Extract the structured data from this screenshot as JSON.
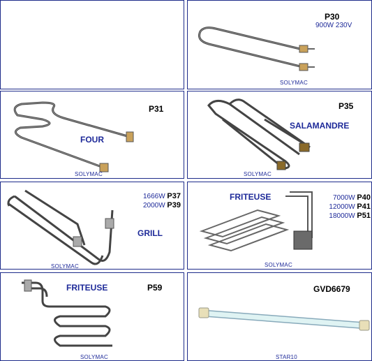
{
  "cells": [
    {
      "id": "empty"
    },
    {
      "id": "p30",
      "code": "P30",
      "spec": "900W 230V",
      "brand": "SOLYMAC"
    },
    {
      "id": "p31",
      "code": "P31",
      "label": "FOUR",
      "brand": "SOLYMAC"
    },
    {
      "id": "p35",
      "code": "P35",
      "label": "SALAMANDRE",
      "brand": "SOLYMAC"
    },
    {
      "id": "p37",
      "label": "GRILL",
      "brand": "SOLYMAC",
      "lines": [
        {
          "watt": "1666W",
          "code": "P37"
        },
        {
          "watt": "2000W",
          "code": "P39"
        }
      ]
    },
    {
      "id": "p40",
      "label": "FRITEUSE",
      "brand": "SOLYMAC",
      "lines": [
        {
          "watt": "7000W",
          "code": "P40"
        },
        {
          "watt": "12000W",
          "code": "P41"
        },
        {
          "watt": "18000W",
          "code": "P51"
        }
      ]
    },
    {
      "id": "p59",
      "code": "P59",
      "label": "FRITEUSE",
      "brand": "SOLYMAC"
    },
    {
      "id": "gvd",
      "code": "GVD6679",
      "brand": "STAR10"
    }
  ],
  "colors": {
    "border": "#1d2b8a",
    "text_blue": "#1e2a99",
    "element": "#4a4a4a",
    "tube": "#dff3f3"
  }
}
